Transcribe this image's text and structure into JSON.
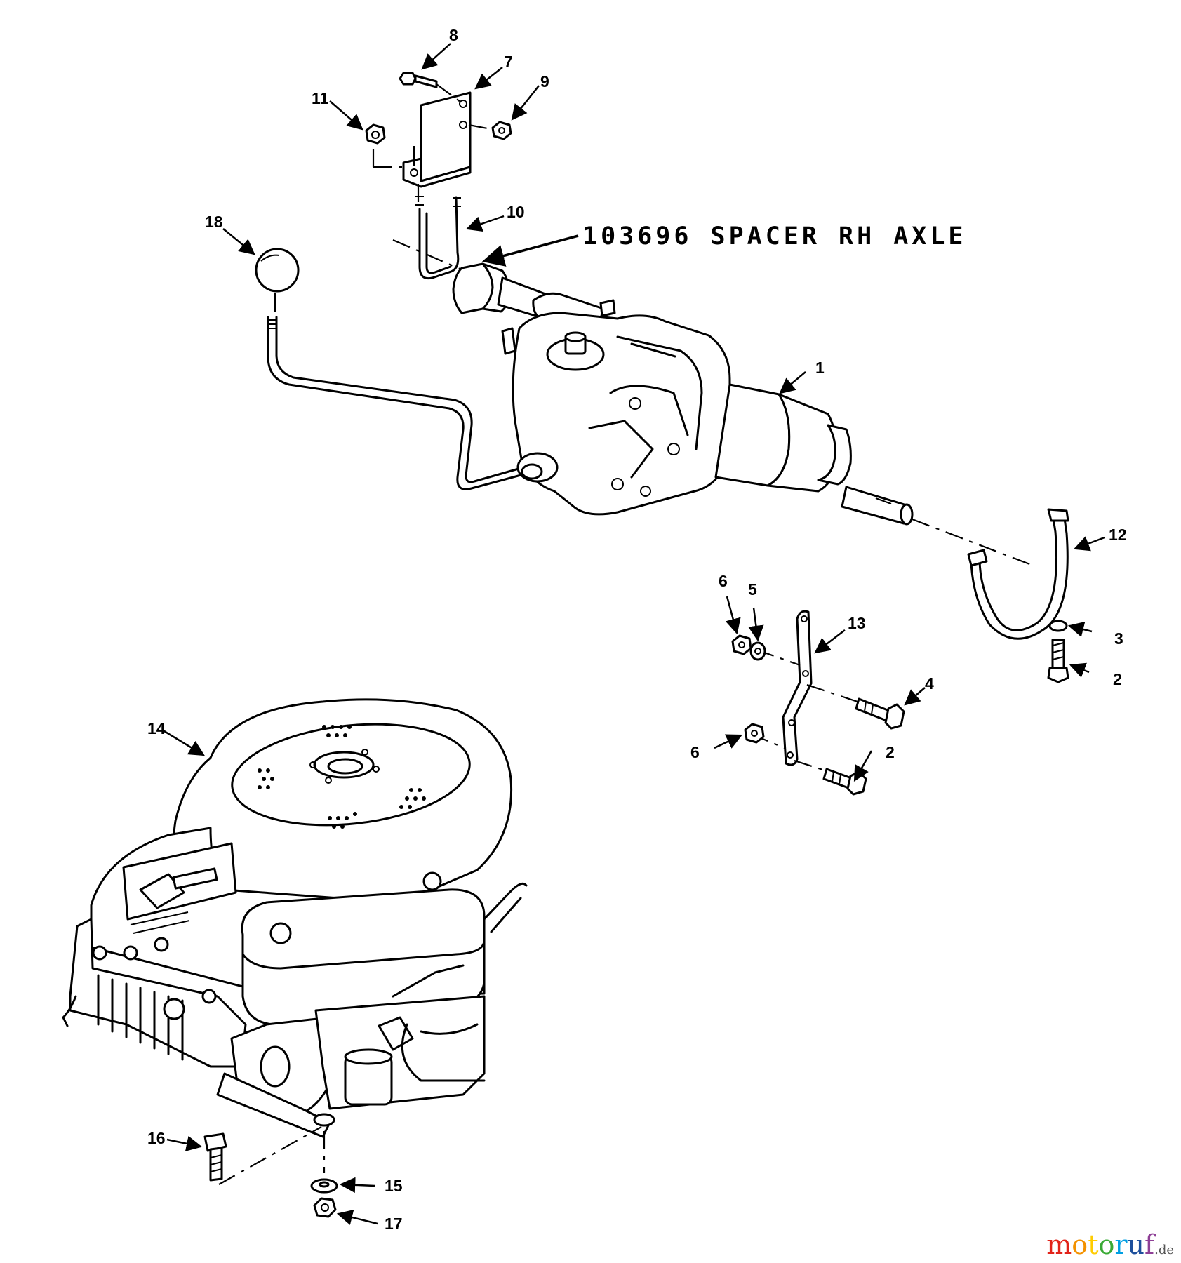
{
  "spacer_note": "103696 SPACER RH AXLE",
  "callouts": [
    "1",
    "2",
    "2",
    "3",
    "4",
    "5",
    "6",
    "6",
    "7",
    "8",
    "9",
    "10",
    "11",
    "12",
    "13",
    "14",
    "15",
    "16",
    "17",
    "18"
  ],
  "watermark": {
    "letters": [
      "m",
      "o",
      "t",
      "o",
      "r",
      "u",
      "f"
    ],
    "colors": [
      "#e2231a",
      "#f39200",
      "#ffcc00",
      "#3aaa35",
      "#009fe3",
      "#1d4f9c",
      "#8e3f96"
    ],
    "suffix": ".de"
  }
}
